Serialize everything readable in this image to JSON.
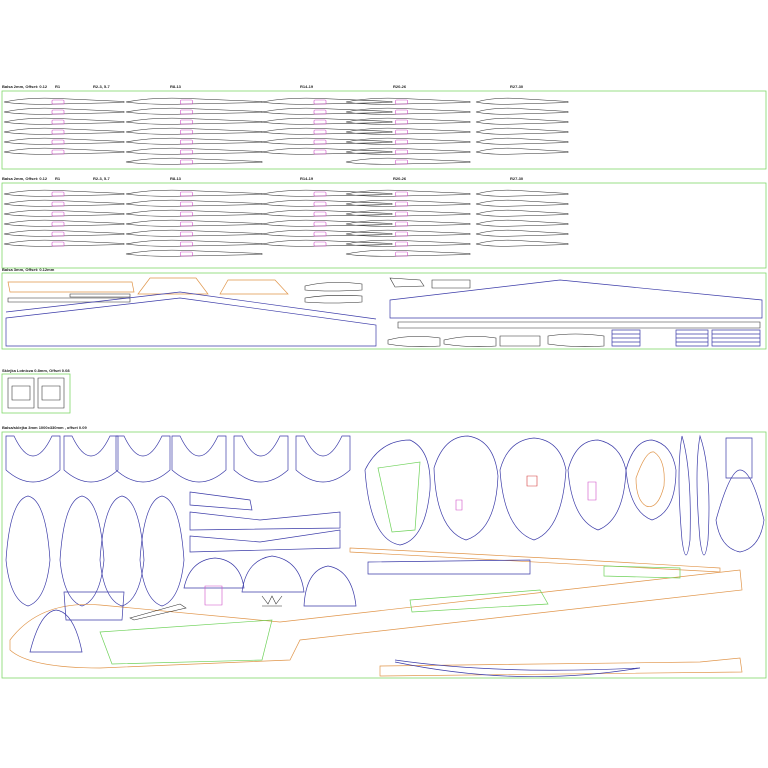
{
  "sections": [
    {
      "title": "Balsa 2mm, Offset: 0.12",
      "columns": [
        "R1",
        "R2-3, 5-7",
        "R8-13",
        "R14-19",
        "R20-26",
        "R27-30"
      ]
    },
    {
      "title": "Balsa 2mm, Offset: 0.12",
      "columns": [
        "R1",
        "R2-3, 5-7",
        "R8-13",
        "R14-19",
        "R20-26",
        "R27-30"
      ]
    },
    {
      "title": "Balsa 3mm, Offset: 0.12mm"
    },
    {
      "title": "Sklejka Lotnicza 0.8mm, Offset 0.08"
    },
    {
      "title": "Balsa/sklejka 3mm 1000x330mm , offset 0.09"
    }
  ],
  "colors": {
    "frame": "#7fd86a",
    "rib_outline": "#2b2b2b",
    "navy_part": "#3b3ba8",
    "orange_part": "#e0954a",
    "green_part": "#6fd25a",
    "magenta_cutout": "#d04fc8"
  }
}
